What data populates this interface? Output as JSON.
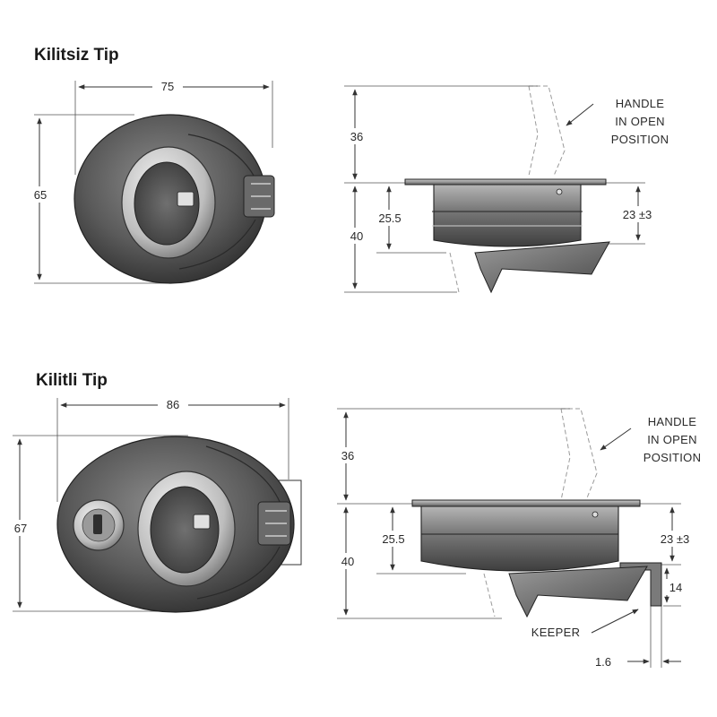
{
  "top_view": {
    "title": "Kilitsiz Tip",
    "width": "75",
    "height": "65"
  },
  "top_side": {
    "height_open": "36",
    "height_body": "40",
    "depth": "25.5",
    "range": "23 ±3",
    "note_lines": [
      "HANDLE",
      "IN OPEN",
      "POSITION"
    ]
  },
  "bottom_view": {
    "title": "Kilitli Tip",
    "width": "86",
    "height": "67"
  },
  "bottom_side": {
    "height_open": "36",
    "height_body": "40",
    "depth": "25.5",
    "range": "23 ±3",
    "keeper_height": "14",
    "keeper_thickness": "1.6",
    "keeper_label": "KEEPER",
    "note_lines": [
      "HANDLE",
      "IN OPEN",
      "POSITION"
    ]
  },
  "colors": {
    "body_dark": "#4a4a4a",
    "body_mid": "#8a8a8a",
    "ring_light": "#d8d8d8"
  }
}
